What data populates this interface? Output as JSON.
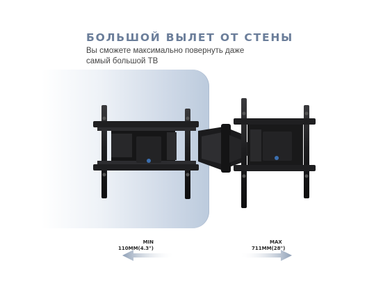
{
  "headline": "БОЛЬШОЙ ВЫЛЕТ ОТ СТЕНЫ",
  "subtitle_line1": "Вы сможете максимально повернуть даже",
  "subtitle_line2": "самый большой ТВ",
  "min": {
    "title": "MIN",
    "value": "110MM(4.3\")"
  },
  "max": {
    "title": "MAX",
    "value": "711MM(28\")"
  },
  "colors": {
    "headline": "#6b7e9a",
    "wall": "#c6d3e3",
    "bracket": "#1d1d1f",
    "arrow": "#9aa9bd"
  }
}
